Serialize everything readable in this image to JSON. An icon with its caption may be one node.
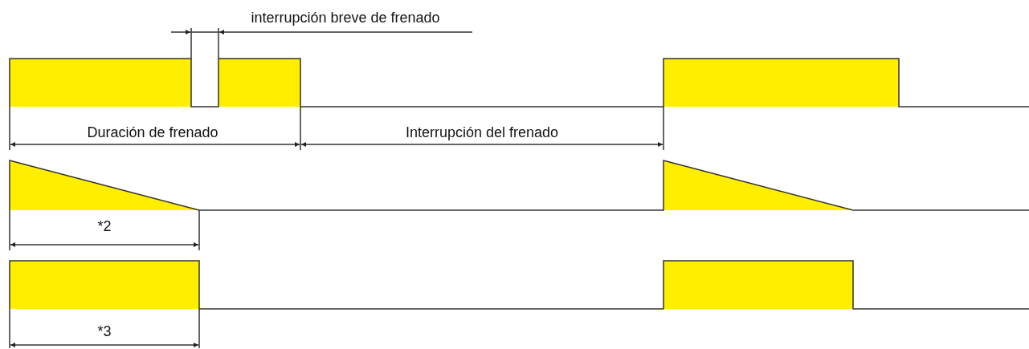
{
  "diagram": {
    "labels": [
      "interrupción breve de frenado",
      "Duración de frenado",
      "Interrupción del frenado",
      "*2",
      "*3"
    ]
  }
}
